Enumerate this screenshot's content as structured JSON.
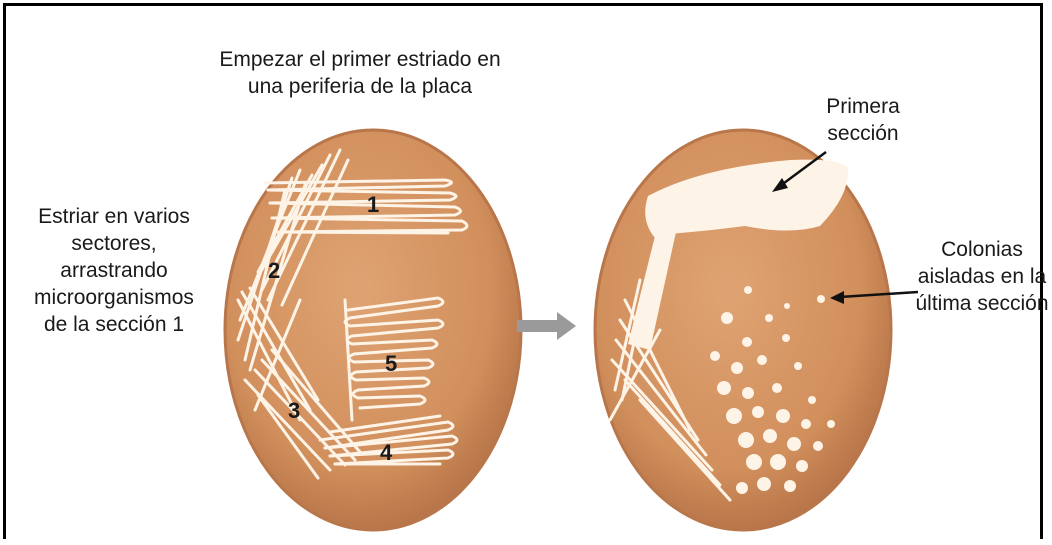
{
  "title": [
    "Empezar el primer estriado en",
    "una periferia de la placa"
  ],
  "left_note": [
    "Estriar en varios",
    "sectores,",
    "arrastrando",
    "microorganismos",
    "de la sección 1"
  ],
  "section_numbers": [
    "1",
    "2",
    "3",
    "4",
    "5"
  ],
  "right_labels": {
    "first_section": [
      "Primera",
      "sección"
    ],
    "isolated_colonies": [
      "Colonias",
      "aisladas en la",
      "última sección"
    ]
  },
  "colors": {
    "plate": "#d49564",
    "plate_edge": "#b8764a",
    "growth": "#fdf3e6",
    "arrow": "#9a9a9a",
    "text": "#1a1a1a"
  }
}
